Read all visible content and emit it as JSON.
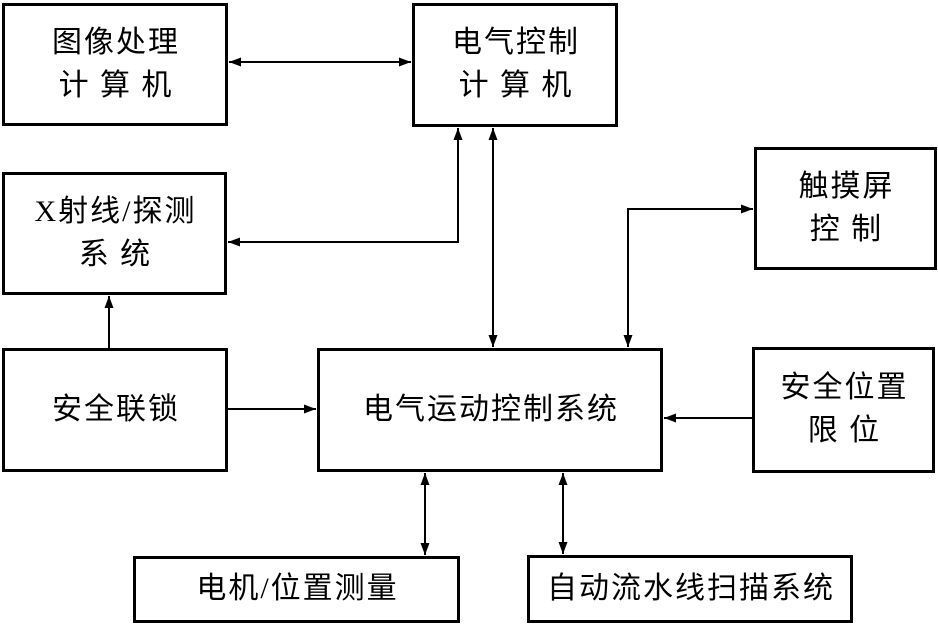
{
  "diagram": {
    "background_color": "#ffffff",
    "line_color": "#000000",
    "box_fill_color": "#ffffff",
    "nodes": {
      "image_computer": {
        "line1": "图像处理",
        "line2": "计算机"
      },
      "control_computer": {
        "line1": "电气控制",
        "line2": "计算机"
      },
      "xray_system": {
        "line1": "X射线/探测",
        "line2": "系统"
      },
      "touchscreen": {
        "line1": "触摸屏",
        "line2": "控制"
      },
      "safety_interlock": {
        "line1": "安全联锁"
      },
      "motion_control": {
        "line1": "电气运动控制系统"
      },
      "safety_limit": {
        "line1": "安全位置",
        "line2": "限位"
      },
      "motor_measure": {
        "line1": "电机/位置测量"
      },
      "scanline_system": {
        "line1": "自动流水线扫描系统"
      }
    },
    "edges": [
      {
        "from": "image_computer",
        "to": "control_computer",
        "direction": "bidirectional"
      },
      {
        "from": "control_computer",
        "to": "xray_system",
        "direction": "bidirectional"
      },
      {
        "from": "control_computer",
        "to": "motion_control",
        "direction": "bidirectional"
      },
      {
        "from": "motion_control",
        "to": "touchscreen",
        "direction": "bidirectional"
      },
      {
        "from": "safety_interlock",
        "to": "xray_system",
        "direction": "one-way"
      },
      {
        "from": "safety_interlock",
        "to": "motion_control",
        "direction": "one-way"
      },
      {
        "from": "safety_limit",
        "to": "motion_control",
        "direction": "one-way"
      },
      {
        "from": "motion_control",
        "to": "motor_measure",
        "direction": "bidirectional"
      },
      {
        "from": "motion_control",
        "to": "scanline_system",
        "direction": "bidirectional"
      }
    ]
  }
}
